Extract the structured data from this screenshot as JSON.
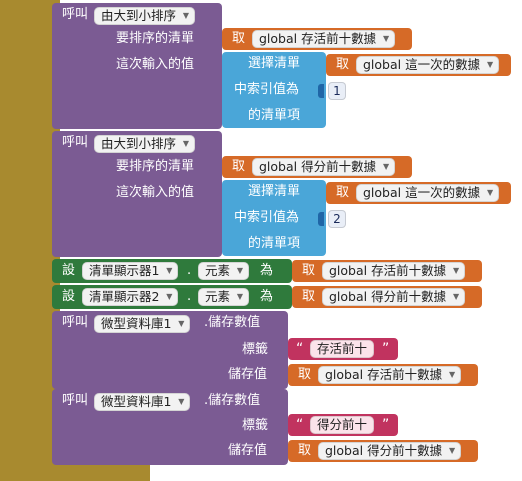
{
  "colors": {
    "workspace_frame": "#a88a2f",
    "procedure_call": "#7b5b93",
    "get_block": "#d66a27",
    "list_select": "#4aa6d8",
    "setter": "#2f7a3c",
    "text_block": "#c1335f"
  },
  "call_sort_1": {
    "call_label": "呼叫",
    "procedure_name": "由大到小排序",
    "param_list_label": "要排序的清單",
    "param_value_label": "這次輸入的值",
    "get_label": "取",
    "list_var": "global 存活前十數據",
    "select_title": "選擇清單",
    "select_index_label": "中索引值為",
    "select_item_label": "的清單項",
    "index_value": "1",
    "value_get_label": "取",
    "value_var": "global 這一次的數據"
  },
  "call_sort_2": {
    "call_label": "呼叫",
    "procedure_name": "由大到小排序",
    "param_list_label": "要排序的清單",
    "param_value_label": "這次輸入的值",
    "get_label": "取",
    "list_var": "global 得分前十數據",
    "select_title": "選擇清單",
    "select_index_label": "中索引值為",
    "select_item_label": "的清單項",
    "index_value": "2",
    "value_get_label": "取",
    "value_var": "global 這一次的數據"
  },
  "set_1": {
    "set_label": "設",
    "component": "清單顯示器1",
    "dot": ".",
    "property": "元素",
    "to_label": "為",
    "get_label": "取",
    "var": "global 存活前十數據"
  },
  "set_2": {
    "set_label": "設",
    "component": "清單顯示器2",
    "dot": ".",
    "property": "元素",
    "to_label": "為",
    "get_label": "取",
    "var": "global 得分前十數據"
  },
  "store_1": {
    "call_label": "呼叫",
    "component": "微型資料庫1",
    "method": ".儲存數值",
    "tag_label": "標籤",
    "tag_value": "存活前十",
    "value_label": "儲存值",
    "get_label": "取",
    "var": "global 存活前十數據"
  },
  "store_2": {
    "call_label": "呼叫",
    "component": "微型資料庫1",
    "method": ".儲存數值",
    "tag_label": "標籤",
    "tag_value": "得分前十",
    "value_label": "儲存值",
    "get_label": "取",
    "var": "global 得分前十數據"
  }
}
